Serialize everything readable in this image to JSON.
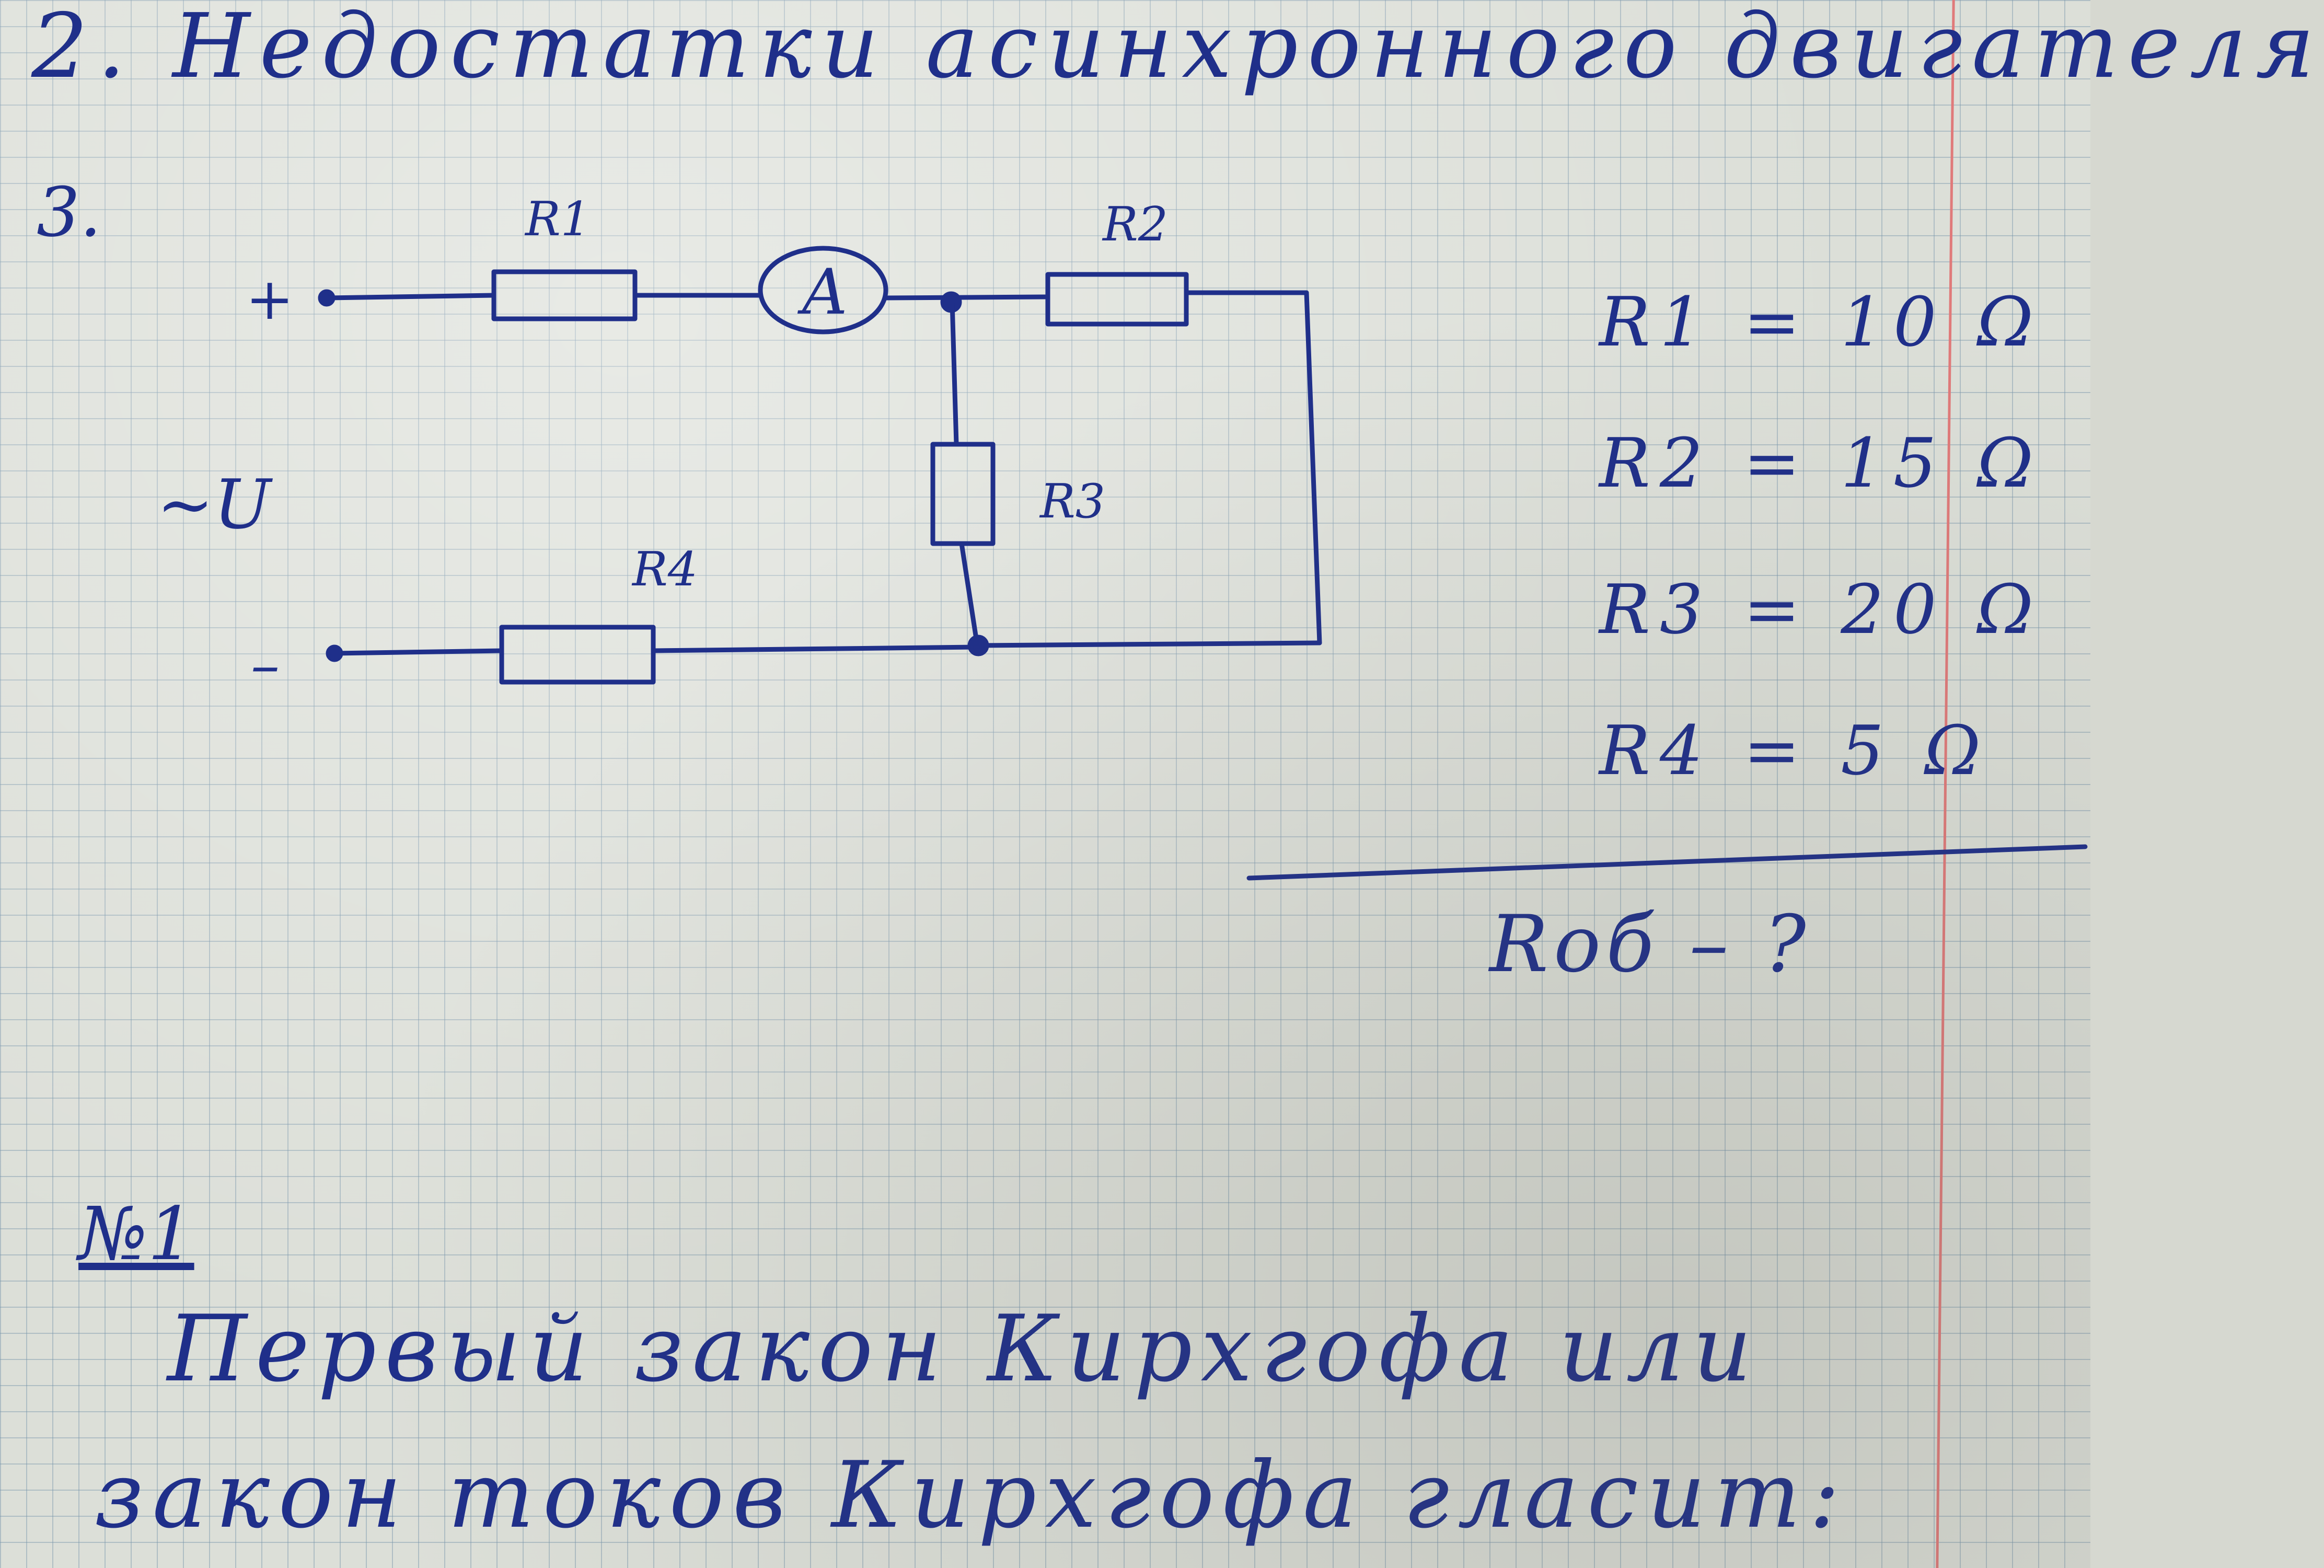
{
  "header": {
    "title": "2. Недостатки асинхронного двигателя"
  },
  "task": {
    "number": "3."
  },
  "circuit": {
    "plus_label": "+",
    "minus_label": "–",
    "source_label": "~U",
    "ammeter_label": "A",
    "r1_label": "R1",
    "r2_label": "R2",
    "r3_label": "R3",
    "r4_label": "R4"
  },
  "given": {
    "items": [
      "R1 = 10 Ω",
      "R2 = 15 Ω",
      "R3 = 20 Ω",
      "R4 = 5 Ω"
    ],
    "find": "Rоб – ?"
  },
  "section": {
    "heading": "№1",
    "line1": "Первый закон Кирхгофа или",
    "line2": "закон токов Кирхгофа гласит:"
  }
}
